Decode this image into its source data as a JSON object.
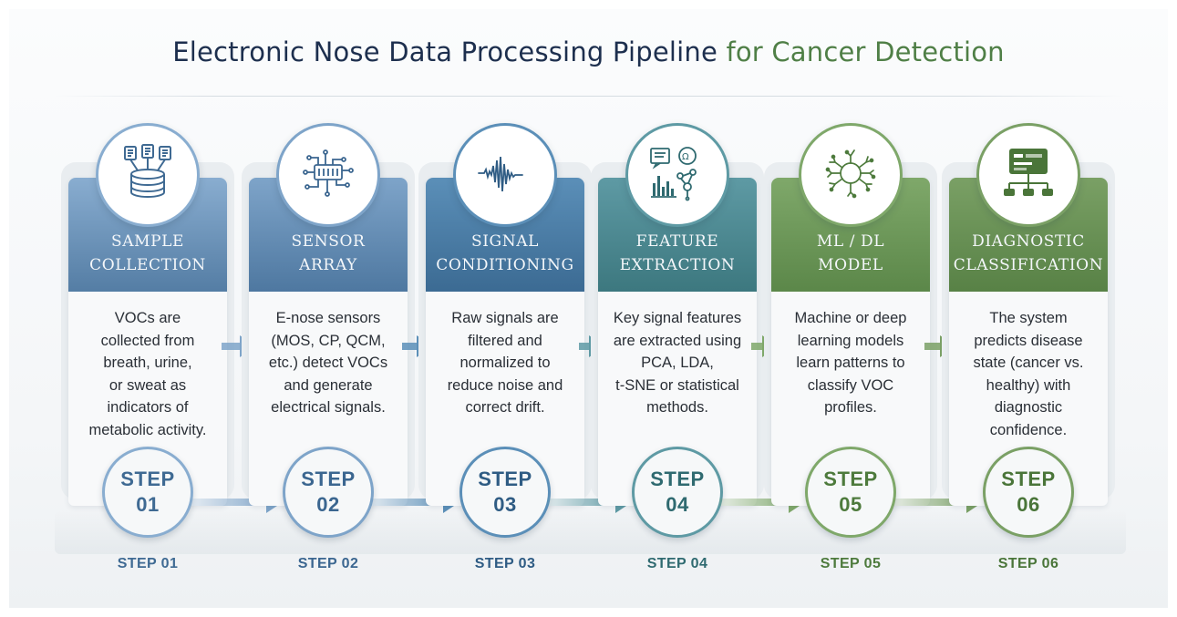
{
  "title": {
    "part1": "Electronic Nose Data Processing Pipeline",
    "part2": "for Cancer Detection"
  },
  "steps": [
    {
      "heading_line1": "SAMPLE",
      "heading_line2": "COLLECTION",
      "desc_lines": [
        "VOCs are",
        "collected from",
        "breath, urine,",
        "or sweat as",
        "indicators of",
        "metabolic activity."
      ],
      "circle_line1": "STEP",
      "circle_line2": "01",
      "label": "STEP 01",
      "icon": "database-documents-icon",
      "color": "#89add0",
      "dark": "#3f6a93"
    },
    {
      "heading_line1": "SENSOR",
      "heading_line2": "ARRAY",
      "desc_lines": [
        "E-nose sensors",
        "(MOS, CP, QCM,",
        "etc.) detect VOCs",
        "and generate",
        "electrical signals."
      ],
      "circle_line1": "STEP",
      "circle_line2": "02",
      "label": "STEP 02",
      "icon": "sensor-chip-icon",
      "color": "#7ea4c9",
      "dark": "#3b6690"
    },
    {
      "heading_line1": "SIGNAL",
      "heading_line2": "CONDITIONING",
      "desc_lines": [
        "Raw signals are",
        "filtered and",
        "normalized to",
        "reduce noise and",
        "correct drift."
      ],
      "circle_line1": "STEP",
      "circle_line2": "03",
      "label": "STEP 03",
      "icon": "waveform-icon",
      "color": "#5b8fb8",
      "dark": "#2f5c84"
    },
    {
      "heading_line1": "FEATURE",
      "heading_line2": "EXTRACTION",
      "desc_lines": [
        "Key signal features",
        "are extracted using",
        "PCA, LDA,",
        "t-SNE or statistical",
        "methods."
      ],
      "circle_line1": "STEP",
      "circle_line2": "04",
      "label": "STEP 04",
      "icon": "feature-analysis-icon",
      "color": "#5e9aa4",
      "dark": "#2f6a70"
    },
    {
      "heading_line1": "ML / DL",
      "heading_line2": "MODEL",
      "desc_lines": [
        "Machine or deep",
        "learning models",
        "learn patterns to",
        "classify VOC",
        "profiles."
      ],
      "circle_line1": "STEP",
      "circle_line2": "05",
      "label": "STEP 05",
      "icon": "neural-network-icon",
      "color": "#7fa86a",
      "dark": "#4d7a3c"
    },
    {
      "heading_line1": "DIAGNOSTIC",
      "heading_line2": "CLASSIFICATION",
      "desc_lines": [
        "The system",
        "predicts disease",
        "state (cancer vs.",
        "healthy) with",
        "diagnostic",
        "confidence."
      ],
      "circle_line1": "STEP",
      "circle_line2": "06",
      "label": "STEP 06",
      "icon": "classification-tree-icon",
      "color": "#7aa065",
      "dark": "#4a7539"
    }
  ]
}
